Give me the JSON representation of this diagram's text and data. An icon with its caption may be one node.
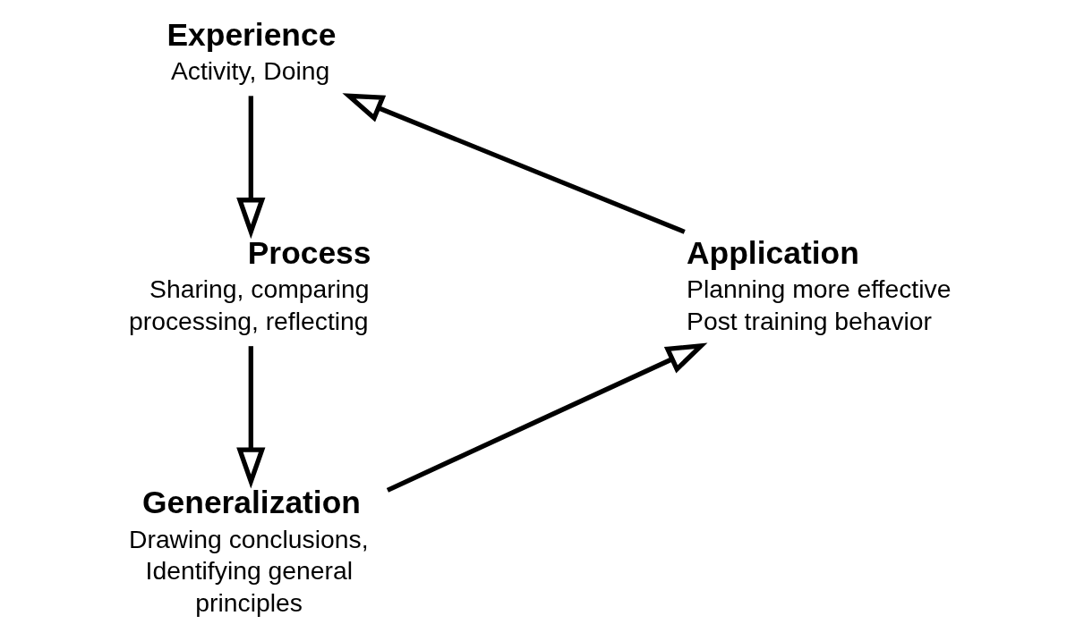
{
  "diagram": {
    "nodes": [
      {
        "text": [
          "Experience",
          "Activity, Doing"
        ]
      },
      {
        "text": [
          "Process",
          "Sharing, comparing processing, reflecting"
        ]
      },
      {
        "text": [
          "Generalization",
          "Drawing conclusions, Identifying general principles"
        ]
      },
      {
        "text": [
          "Application",
          "Planning more effective Post training behavior"
        ]
      }
    ],
    "edges": [
      {
        "from": 3,
        "to": 0,
        "arrow": "to"
      },
      {
        "from": 0,
        "to": 1,
        "arrow": "to"
      },
      {
        "from": 1,
        "to": 2,
        "arrow": "to"
      },
      {
        "from": 2,
        "to": 3,
        "arrow": "to"
      }
    ]
  }
}
